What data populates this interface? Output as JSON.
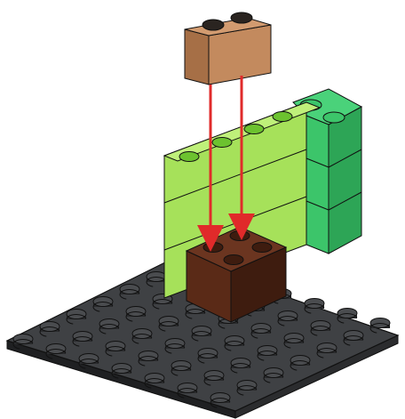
{
  "diagram": {
    "description_free": true,
    "colors": {
      "baseplate_top": "#3f4144",
      "baseplate_side": "#1f2022",
      "stud_top": "#4a4c4f",
      "stud_side": "#2a2b2d",
      "light_green": "#a6e15a",
      "light_green_side": "#86c545",
      "light_green_stud": "#6cc22f",
      "dark_green": "#3cc56a",
      "dark_green_side": "#2da556",
      "tan_brick": "#c38a5e",
      "tan_brick_side": "#a66f46",
      "dark_brown": "#5a2a17",
      "dark_brown_side": "#3e1c0f",
      "arrow": "#e02a2a",
      "outline": "#1a1a1a"
    },
    "icons": [
      "lego-baseplate",
      "lego-brick-2x4-light-green",
      "lego-brick-dark-green-column",
      "lego-brick-2x1-tan",
      "lego-brick-2x2-dark-brown",
      "placement-arrow"
    ]
  }
}
